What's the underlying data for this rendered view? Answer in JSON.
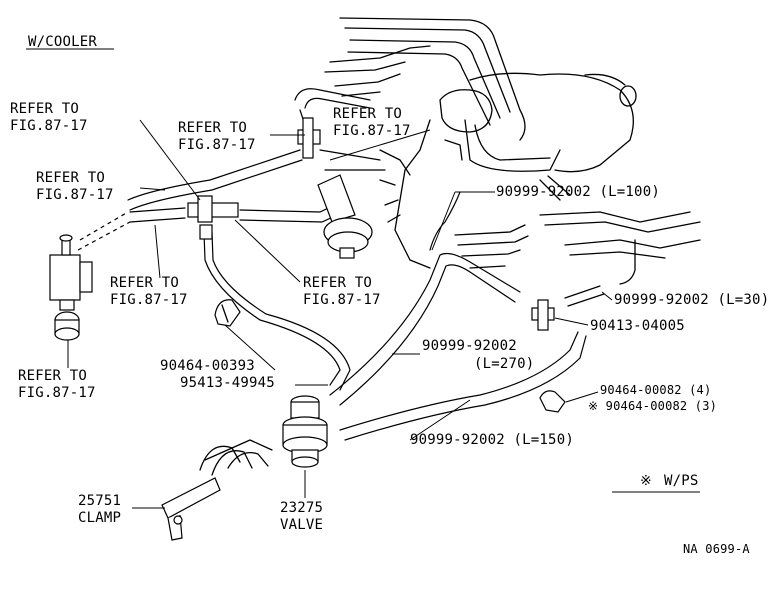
{
  "diagram": {
    "header": "W/COOLER",
    "figure_id": "NA 0699-A",
    "legend": {
      "symbol": "※",
      "text": "W/PS"
    },
    "refer_labels": [
      {
        "line1": "REFER TO",
        "line2": "FIG.87-17"
      },
      {
        "line1": "REFER TO",
        "line2": "FIG.87-17"
      },
      {
        "line1": "REFER TO",
        "line2": "FIG.87-17"
      },
      {
        "line1": "REFER TO",
        "line2": "FIG.87-17"
      },
      {
        "line1": "REFER TO",
        "line2": "FIG.87-17"
      },
      {
        "line1": "REFER TO",
        "line2": "FIG.87-17"
      },
      {
        "line1": "REFER TO",
        "line2": "FIG.87-17"
      }
    ],
    "parts": {
      "hose_100": "90999-92002 (L=100)",
      "hose_30": "90999-92002 (L=30)",
      "connector": "90413-04005",
      "hose_270_a": "90999-92002",
      "hose_270_b": "(L=270)",
      "clip_4": "90464-00082 (4)",
      "clip_3": "※ 90464-00082 (3)",
      "hose_150": "90999-92002 (L=150)",
      "clip_393": "90464-00393",
      "part_95413": "95413-49945",
      "clamp_no": "25751",
      "clamp_name": "CLAMP",
      "valve_no": "23275",
      "valve_name": "VALVE"
    }
  }
}
